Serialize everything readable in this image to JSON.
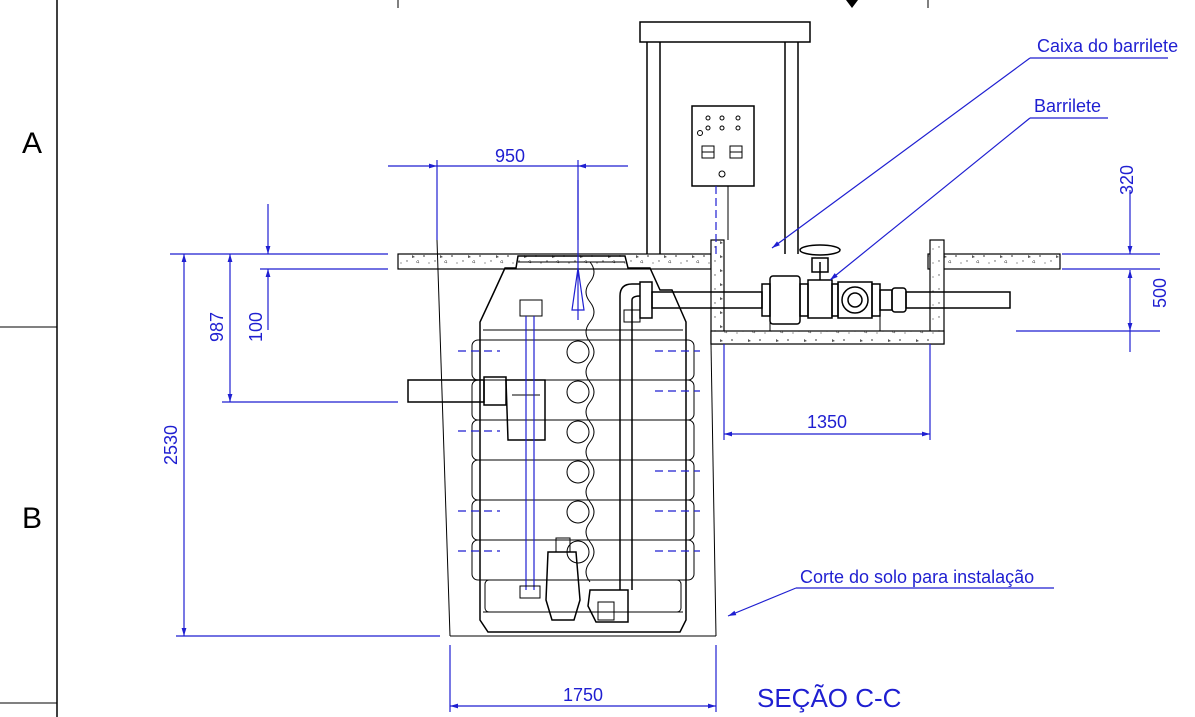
{
  "zones": {
    "a": "A",
    "b": "B"
  },
  "dimensions": {
    "d950": "950",
    "d987": "987",
    "d100": "100",
    "d2530": "2530",
    "d1350": "1350",
    "d1750": "1750",
    "d320": "320",
    "d500": "500"
  },
  "labels": {
    "caixa": "Caixa do barrilete",
    "barrilete": "Barrilete",
    "corte": "Corte do solo para instalação"
  },
  "title": "SEÇÃO C-C",
  "colors": {
    "dimension": "#1f1fd1",
    "line": "#000000"
  }
}
